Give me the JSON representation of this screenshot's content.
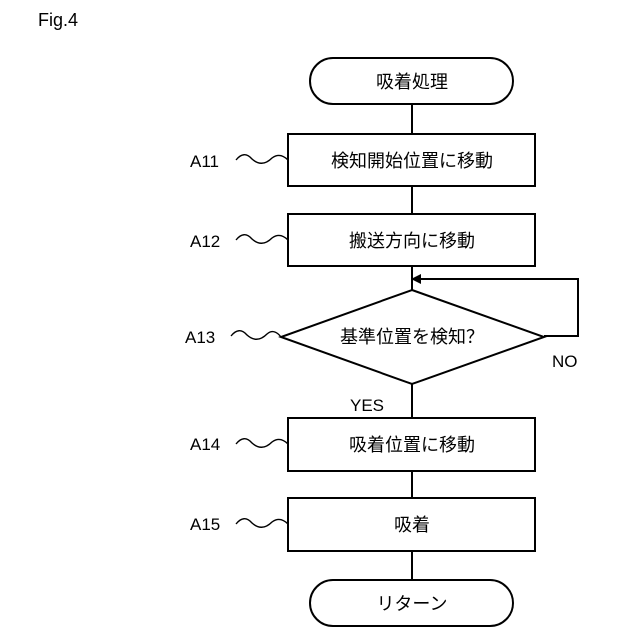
{
  "figure_label": "Fig.4",
  "nodes": {
    "start": "吸着処理",
    "a11": "検知開始位置に移動",
    "a12": "搬送方向に移動",
    "a13": "基準位置を検知？",
    "a14": "吸着位置に移動",
    "a15": "吸着",
    "end": "リターン"
  },
  "step_ids": {
    "a11": "A11",
    "a12": "A12",
    "a13": "A13",
    "a14": "A14",
    "a15": "A15"
  },
  "branches": {
    "yes": "YES",
    "no": "NO"
  }
}
